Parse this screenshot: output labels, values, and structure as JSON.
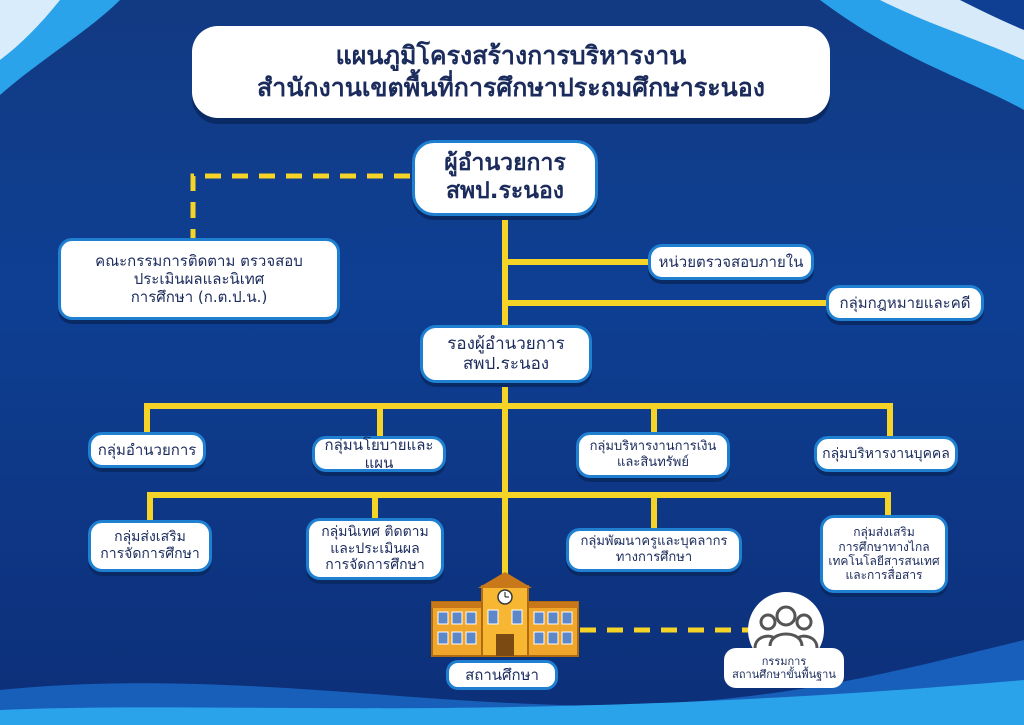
{
  "title": {
    "line1": "แผนภูมิโครงสร้างการบริหารงาน",
    "line2": "สำนักงานเขตพื้นที่การศึกษาประถมศึกษาระนอง"
  },
  "director": {
    "line1": "ผู้อำนวยการ",
    "line2": "สพป.ระนอง"
  },
  "committee_box": {
    "line1": "คณะกรรมการติดตาม ตรวจสอบ",
    "line2": "ประเมินผลและนิเทศ",
    "line3": "การศึกษา (ก.ต.ป.น.)"
  },
  "internal_audit": "หน่วยตรวจสอบภายใน",
  "legal_group": "กลุ่มกฎหมายและคดี",
  "deputy": {
    "line1": "รองผู้อำนวยการ",
    "line2": "สพป.ระนอง"
  },
  "groups_row1": [
    {
      "line1": "กลุ่มอำนวยการ",
      "line2": ""
    },
    {
      "line1": "กลุ่มนโยบายและแผน",
      "line2": ""
    },
    {
      "line1": "กลุ่มบริหารงานการเงิน",
      "line2": "และสินทรัพย์"
    },
    {
      "line1": "กลุ่มบริหารงานบุคคล",
      "line2": ""
    }
  ],
  "groups_row2": [
    {
      "lines": [
        "กลุ่มส่งเสริม",
        "การจัดการศึกษา"
      ]
    },
    {
      "lines": [
        "กลุ่มนิเทศ ติดตาม",
        "และประเมินผล",
        "การจัดการศึกษา"
      ]
    },
    {
      "lines": [
        "กลุ่มพัฒนาครูและบุคลากร",
        "ทางการศึกษา"
      ]
    },
    {
      "lines": [
        "กลุ่มส่งเสริม",
        "การศึกษาทางไกล",
        "เทคโนโลยีสารสนเทศ",
        "และการสื่อสาร"
      ]
    }
  ],
  "school": "สถานศึกษา",
  "school_committee": {
    "line1": "กรรมการ",
    "line2": "สถานศึกษาขั้นพื้นฐาน"
  },
  "colors": {
    "background": "#0e3f93",
    "connector": "#f5d327",
    "box_border": "#1f7fd0",
    "text": "#1b2b5c"
  }
}
